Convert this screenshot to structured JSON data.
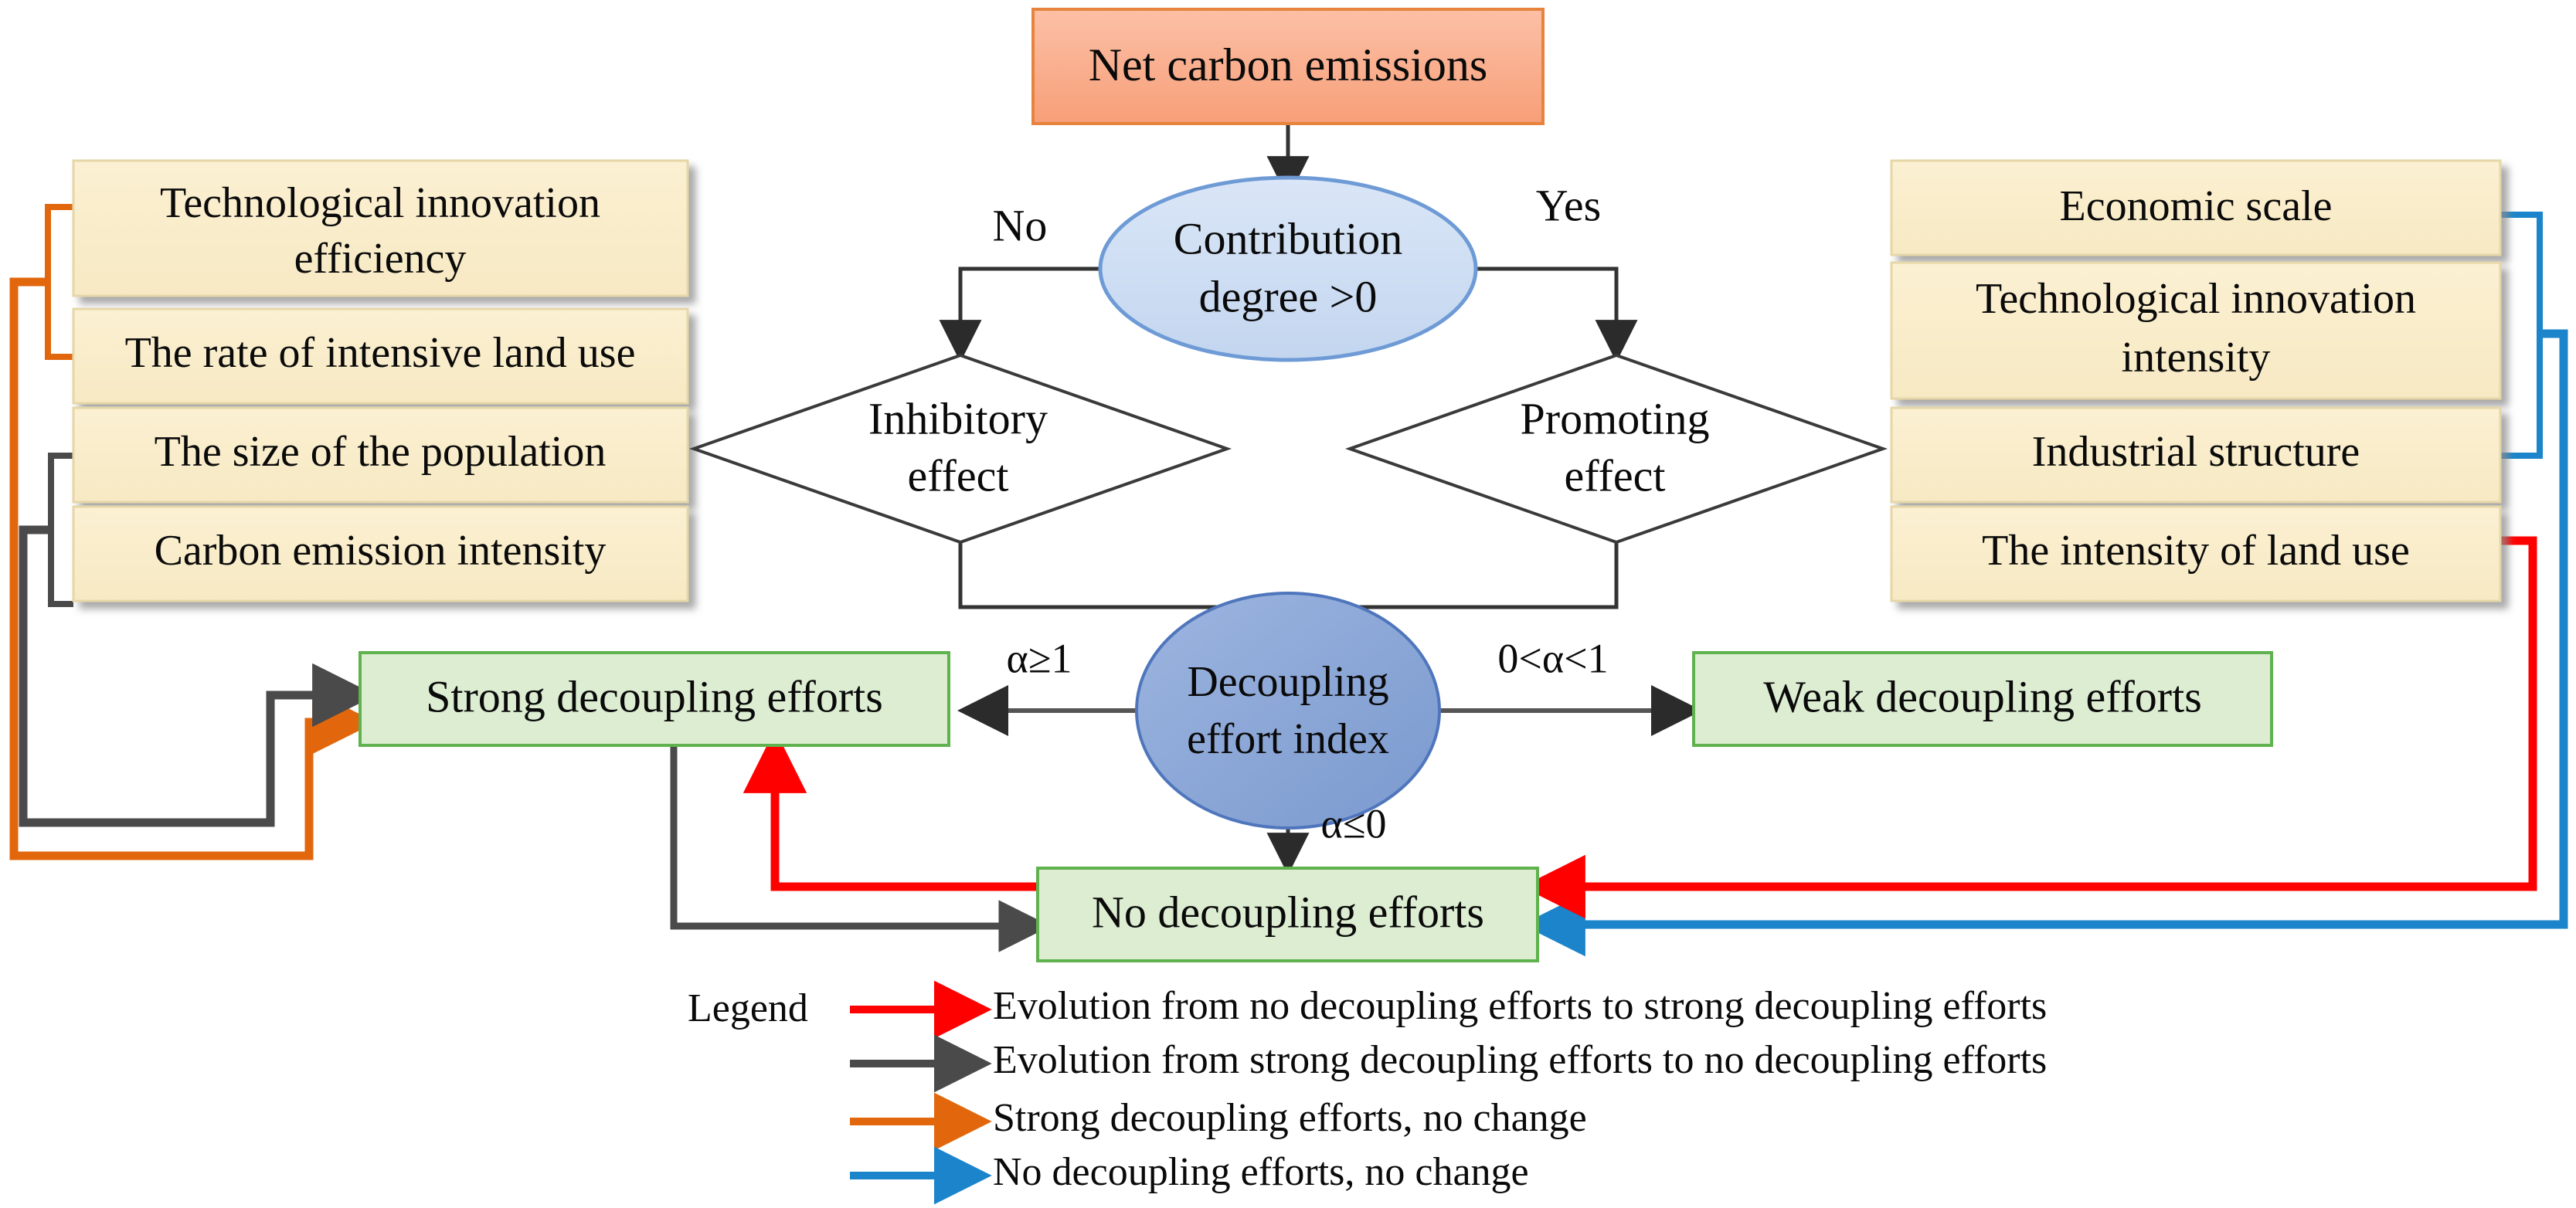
{
  "diagram": {
    "title_node": {
      "id": "net-carbon-emissions",
      "label": "Net carbon emissions",
      "shape": "rect",
      "fill": "#F9AD88",
      "stroke": "#E8833E"
    },
    "decision_top": {
      "id": "contribution-degree",
      "label_line1": "Contribution",
      "label_line2": "degree >0",
      "shape": "ellipse",
      "fill": "#CEDDF2",
      "stroke": "#6E9BD6"
    },
    "branch_labels": {
      "no": "No",
      "yes": "Yes"
    },
    "diamonds": [
      {
        "id": "inhibitory-effect",
        "line1": "Inhibitory",
        "line2": "effect",
        "fill": "#FFFFFF",
        "stroke": "#3A3A3A"
      },
      {
        "id": "promoting-effect",
        "line1": "Promoting",
        "line2": "effect",
        "fill": "#FFFFFF",
        "stroke": "#3A3A3A"
      }
    ],
    "left_factors": [
      {
        "id": "technological-innovation-efficiency",
        "line1": "Technological innovation",
        "line2": "efficiency"
      },
      {
        "id": "rate-of-intensive-land-use",
        "line1": "The rate of intensive land use",
        "line2": ""
      },
      {
        "id": "size-of-the-population",
        "line1": "The size of the population",
        "line2": ""
      },
      {
        "id": "carbon-emission-intensity",
        "line1": "Carbon emission intensity",
        "line2": ""
      }
    ],
    "right_factors": [
      {
        "id": "economic-scale",
        "line1": "Economic scale",
        "line2": ""
      },
      {
        "id": "technological-innovation-intensity",
        "line1": "Technological innovation",
        "line2": "intensity"
      },
      {
        "id": "industrial-structure",
        "line1": "Industrial structure",
        "line2": ""
      },
      {
        "id": "intensity-of-land-use",
        "line1": "The intensity of land use",
        "line2": ""
      }
    ],
    "factor_box_style": {
      "fill": "#FAEFCE",
      "stroke": "#E5D7A8"
    },
    "decoupling_index": {
      "id": "decoupling-effort-index",
      "line1": "Decoupling",
      "line2": "effort index",
      "fill": "#8EAAD8",
      "stroke": "#4F76BC"
    },
    "outcome_boxes": [
      {
        "id": "strong-decoupling-efforts",
        "label": "Strong decoupling efforts"
      },
      {
        "id": "weak-decoupling-efforts",
        "label": "Weak decoupling efforts"
      },
      {
        "id": "no-decoupling-efforts",
        "label": "No decoupling efforts"
      }
    ],
    "outcome_box_style": {
      "fill": "#DCEDD2",
      "stroke": "#5FB24E"
    },
    "index_edge_labels": {
      "strong": "α≥1",
      "weak": "0<α<1",
      "none": "α≤0"
    }
  },
  "legend": {
    "title": "Legend",
    "items": [
      {
        "id": "legend-red",
        "color": "#FF0000",
        "text": "Evolution from no decoupling efforts to strong decoupling efforts"
      },
      {
        "id": "legend-gray",
        "color": "#4A4A4A",
        "text": "Evolution from strong decoupling efforts to no decoupling efforts"
      },
      {
        "id": "legend-orange",
        "color": "#E2670C",
        "text": "Strong decoupling efforts, no change"
      },
      {
        "id": "legend-blue",
        "color": "#1B84CA",
        "text": "No decoupling efforts, no change"
      }
    ]
  },
  "colors": {
    "red": "#FF0000",
    "gray": "#4A4A4A",
    "orange": "#E2670C",
    "blue": "#1B84CA",
    "thin_line": "#333333"
  }
}
